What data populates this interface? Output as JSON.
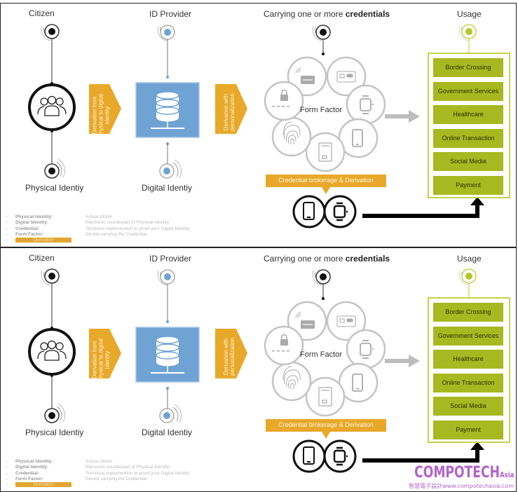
{
  "panels": [
    {
      "id": "top",
      "columns": {
        "citizen": "Citizen",
        "id_provider": "ID Provider",
        "credentials_prefix": "Carrying one or more ",
        "credentials_bold": "credentials",
        "usage": "Usage"
      },
      "identities": {
        "physical": "Physical Identiy",
        "digital": "Digital Identiy"
      },
      "derivation_arrows": [
        {
          "lines": [
            "Derivation from",
            "physical to digital",
            "identity"
          ]
        },
        {
          "lines": [
            "Derivation with",
            "personalization"
          ]
        }
      ],
      "form_factor_label": "Form Factor",
      "form_factor_icons": [
        "contactless-card-icon",
        "chip-card-icon",
        "smartwatch-icon",
        "smartphone-icon",
        "sim-document-icon",
        "fingerprint-icon",
        "lock-pin-icon"
      ],
      "credential_banner": "Credential brokerage & Derivation",
      "devices": [
        "smartphone-icon",
        "smartwatch-icon"
      ],
      "usage_items": [
        "Border Crossing",
        "Government Services",
        "Healthcare",
        "Online Transaction",
        "Social Media",
        "Payment"
      ],
      "legend": [
        {
          "term": "Physical Identity:",
          "definition": "Actual citizen"
        },
        {
          "term": "Digital Identity:",
          "definition": "Electronic counterpart of Physical Identity"
        },
        {
          "term": "Credential:",
          "definition": "Technical implemention to proof your Digital Identity"
        },
        {
          "term": "Form Factor:",
          "definition": "Device carrying the Credential"
        },
        {
          "term": "Derivation",
          "definition": "",
          "highlight": true
        }
      ]
    },
    {
      "id": "bottom",
      "columns": {
        "citizen": "Citizen",
        "id_provider": "ID Provider",
        "credentials_prefix": "Carrying one or more ",
        "credentials_bold": "credentials",
        "usage": "Usage"
      },
      "identities": {
        "physical": "Physical Identiy",
        "digital": "Digital Identiy"
      },
      "derivation_arrows": [
        {
          "lines": [
            "Derivation from",
            "physical to digital",
            "identity"
          ]
        },
        {
          "lines": [
            "Derivation with",
            "personalization"
          ]
        }
      ],
      "form_factor_label": "Form Factor",
      "form_factor_icons": [
        "contactless-card-icon",
        "chip-card-icon",
        "smartwatch-icon",
        "smartphone-icon",
        "sim-document-icon",
        "fingerprint-icon",
        "lock-pin-icon"
      ],
      "credential_banner": "Credential brokerage & Derivation",
      "devices": [
        "smartphone-icon",
        "smartwatch-icon"
      ],
      "usage_items": [
        "Border Crossing",
        "Government Services",
        "Healthcare",
        "Online Transaction",
        "Social Media",
        "Payment"
      ],
      "legend": [
        {
          "term": "Physical Identity:",
          "definition": "Actual citizen"
        },
        {
          "term": "Digital Identity:",
          "definition": "Electronic counterpart of Physical Identity"
        },
        {
          "term": "Credential:",
          "definition": "Technical implemention to proof your Digital Identity"
        },
        {
          "term": "Form Factor:",
          "definition": "Device carrying the Credential"
        },
        {
          "term": "Derivation",
          "definition": "",
          "highlight": true
        }
      ]
    }
  ],
  "colors": {
    "accent_orange": "#e8a82a",
    "id_box_blue": "#6fa3d4",
    "usage_green": "#a8b820",
    "usage_border": "#c4d34a",
    "form_factor_gray": "#c4c4c4",
    "watermark_purple": "#b263c8"
  },
  "watermark": {
    "brand": "COMPOTECH",
    "suffix": "Asia",
    "subtitle": "智慧電子設計www.compotechasia.com"
  }
}
